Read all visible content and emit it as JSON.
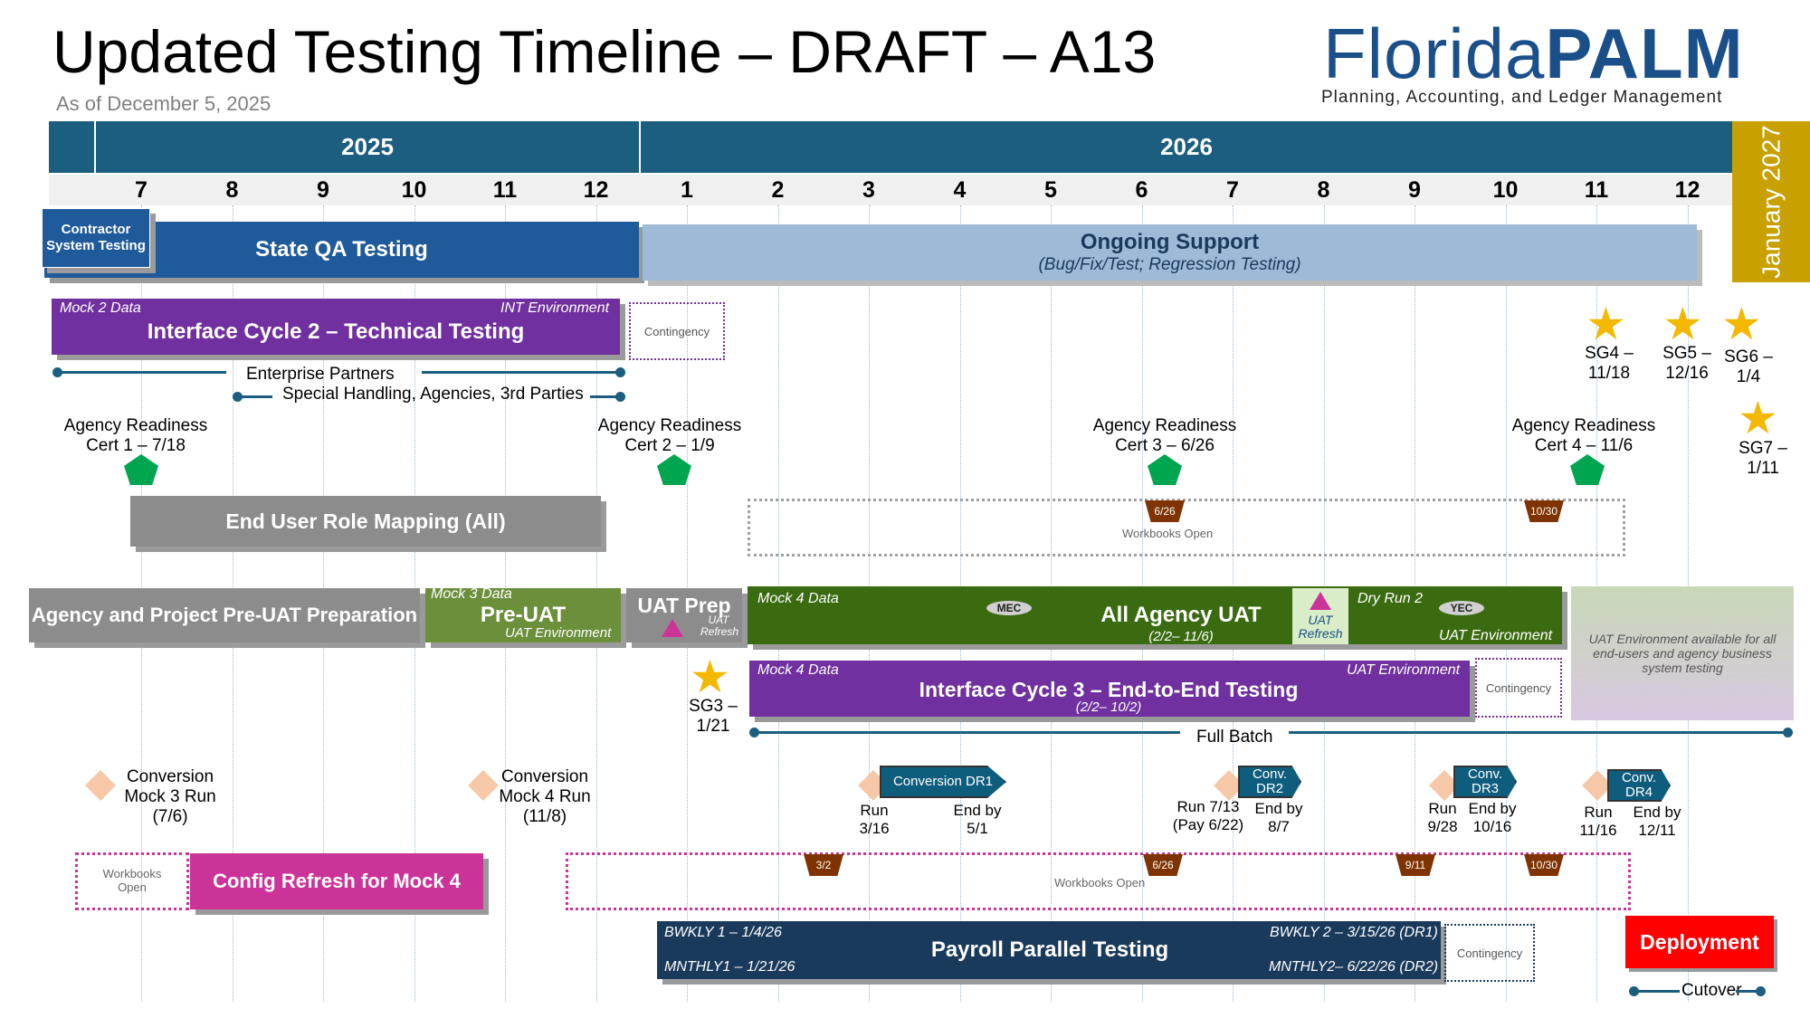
{
  "header": {
    "title": "Updated Testing Timeline – DRAFT – A13",
    "subtitle": "As of December 5, 2025",
    "logo_a": "Florida",
    "logo_b": "PALM",
    "logo_sub": "Planning, Accounting, and Ledger Management"
  },
  "timeline": {
    "year1": "2025",
    "year2": "2026",
    "year3": "January 2027",
    "months": [
      "7",
      "8",
      "9",
      "10",
      "11",
      "12",
      "1",
      "2",
      "3",
      "4",
      "5",
      "6",
      "7",
      "8",
      "9",
      "10",
      "11",
      "12"
    ]
  },
  "bars": {
    "contractor": "Contractor System Testing",
    "state_qa": "State QA Testing",
    "ongoing": "Ongoing Support",
    "ongoing_sub": "(Bug/Fix/Test; Regression Testing)",
    "int2_left": "Mock 2 Data",
    "int2_right": "INT Environment",
    "int2": "Interface Cycle 2 – Technical Testing",
    "contingency": "Contingency",
    "enterprise": "Enterprise Partners",
    "special": "Special Handling, Agencies, 3rd Parties",
    "role_mapping": "End User Role Mapping (All)",
    "workbooks_open": "Workbooks Open",
    "pre_uat_prep": "Agency and Project Pre-UAT Preparation",
    "pre_uat_tag": "Mock 3 Data",
    "pre_uat": "Pre-UAT",
    "pre_uat_env": "UAT Environment",
    "uat_prep": "UAT Prep",
    "uat_refresh": "UAT Refresh",
    "aau_tag": "Mock 4 Data",
    "mec": "MEC",
    "aau": "All Agency UAT",
    "aau_sub": "(2/2– 11/6)",
    "dry_run": "Dry Run 2",
    "yec": "YEC",
    "uat_env": "UAT Environment",
    "uat_env_avail": "UAT Environment available for all end-users and agency business system testing",
    "int3_tag": "Mock 4 Data",
    "int3_env": "UAT Environment",
    "int3": "Interface Cycle 3 – End-to-End Testing",
    "int3_sub": "(2/2– 10/2)",
    "full_batch": "Full Batch",
    "config": "Config Refresh for Mock 4",
    "payroll": "Payroll Parallel Testing",
    "bwkly1": "BWKLY 1 – 1/4/26",
    "mnthly1": "MNTHLY1 – 1/21/26",
    "bwkly2": "BWKLY 2 – 3/15/26 (DR1)",
    "mnthly2": "MNTHLY2– 6/22/26 (DR2)",
    "deployment": "Deployment",
    "cutover": "Cutover"
  },
  "milestones": {
    "arc1": "Agency Readiness Cert 1 – 7/18",
    "arc2": "Agency Readiness Cert 2 – 1/9",
    "arc3": "Agency Readiness Cert 3 – 6/26",
    "arc4": "Agency Readiness Cert 4 – 11/6",
    "sg3": "SG3 – 1/21",
    "sg4": "SG4 – 11/18",
    "sg5": "SG5 – 12/16",
    "sg6": "SG6 – 1/4",
    "sg7": "SG7 – 1/11",
    "b626": "6/26",
    "b1030": "10/30",
    "b32": "3/2",
    "b911": "9/11",
    "conv3": "Conversion Mock 3 Run (7/6)",
    "conv4": "Conversion Mock 4 Run (11/8)",
    "dr1": "Conversion DR1",
    "dr2": "Conv. DR2",
    "dr3": "Conv. DR3",
    "dr4": "Conv. DR4",
    "dr1_run": "Run 3/16",
    "dr1_end": "End by 5/1",
    "dr2_run": "Run 7/13 (Pay 6/22)",
    "dr2_end": "End by 8/7",
    "dr3_run": "Run 9/28",
    "dr3_end": "End by 10/16",
    "dr4_run": "Run 11/16",
    "dr4_end": "End by 12/11"
  },
  "colors": {
    "header_blue": "#1b5e80",
    "qa_blue": "#1f5a9a",
    "ongoing_blue": "#9dbad6",
    "purple": "#7030a0",
    "gray": "#8c8c8c",
    "green": "#3b6b11",
    "gold": "#c8a000",
    "navy": "#1a3a5c",
    "red": "#ff0000",
    "magenta": "#cc3399"
  }
}
